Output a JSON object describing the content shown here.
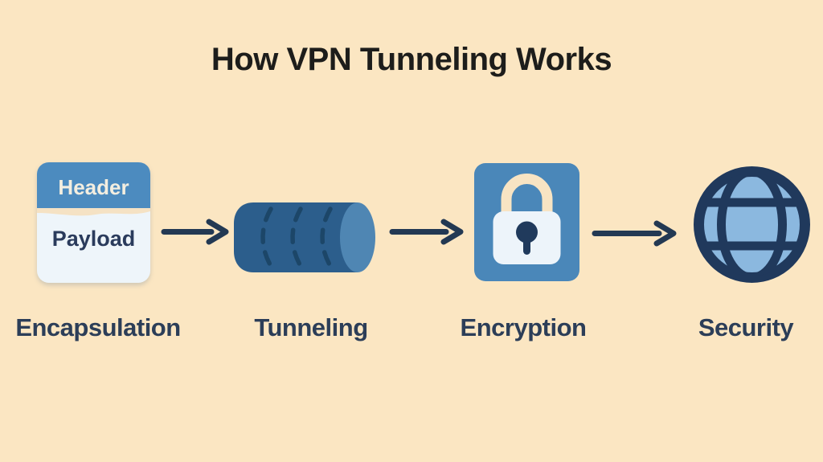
{
  "title": "How VPN Tunneling Works",
  "background_color": "#FBE6C2",
  "colors": {
    "title_text": "#1D1D1B",
    "label_navy": "#2C3E58",
    "arrow_navy": "#233953",
    "header_blue": "#4C8BBF",
    "cylinder_body_blue": "#2C5E8C",
    "cylinder_cap_blue": "#4F86B3",
    "cylinder_ring_blue": "#1C4668",
    "tile_blue": "#4A87B9",
    "globe_fill_blue": "#8BB8DF",
    "globe_line_navy": "#20395C",
    "panel_light": "#EEF5FA",
    "cream": "#F5E2C4"
  },
  "steps": [
    {
      "label": "Encapsulation",
      "icon": "packet-icon",
      "packet": {
        "header": "Header",
        "payload": "Payload"
      }
    },
    {
      "label": "Tunneling",
      "icon": "tunnel-cylinder-icon"
    },
    {
      "label": "Encryption",
      "icon": "padlock-icon"
    },
    {
      "label": "Security",
      "icon": "globe-icon"
    }
  ],
  "arrows": {
    "count": 3,
    "direction": "right"
  }
}
